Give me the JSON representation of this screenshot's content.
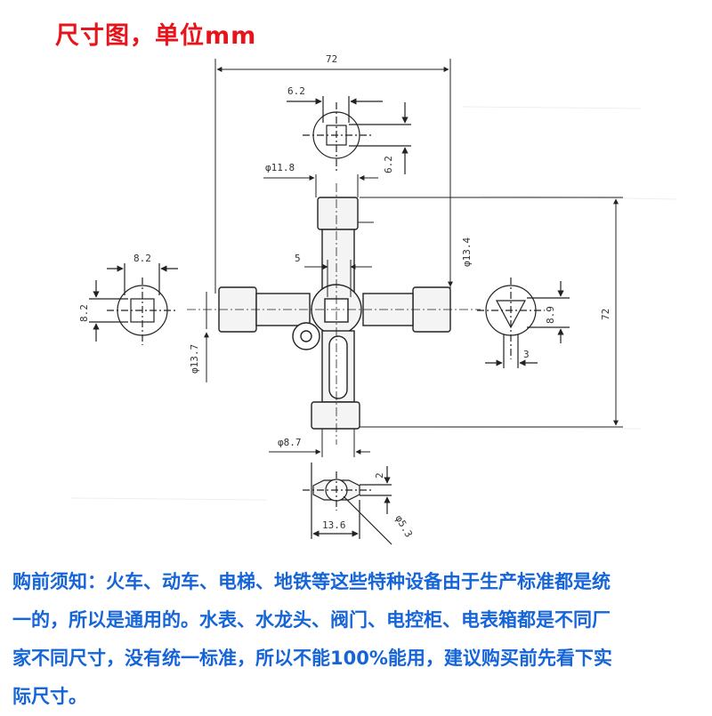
{
  "title": "尺寸图，单位mm",
  "dimensions": {
    "overall_width": "72",
    "overall_height": "72",
    "top_square_width": "6.2",
    "top_square_height": "6.2",
    "top_bar_dia": "φ11.8",
    "vert_dia": "φ13.4",
    "center_slot": "5",
    "left_square_width": "8.2",
    "left_square_height": "8.2",
    "left_bar_dia": "φ13.7",
    "tri_height": "8.9",
    "tri_width": "3",
    "bottom_dia": "φ8.7",
    "blade_thickness": "2",
    "blade_width": "13.6",
    "blade_hole_dia": "φ5.3"
  },
  "notice": {
    "line1": "购前须知：火车、动车、电梯、地铁等这些特种设备由于生产标准都是统",
    "line2": "一的，所以是通用的。水表、水龙头、阀门、电控柜、电表箱都是不同厂",
    "line3": "家不同尺寸，没有统一标准，所以不能100%能用，建议购买前先看下实",
    "line4": "际尺寸。"
  },
  "colors": {
    "title": "#e8141c",
    "notice": "#1565d8",
    "line": "#222222"
  }
}
